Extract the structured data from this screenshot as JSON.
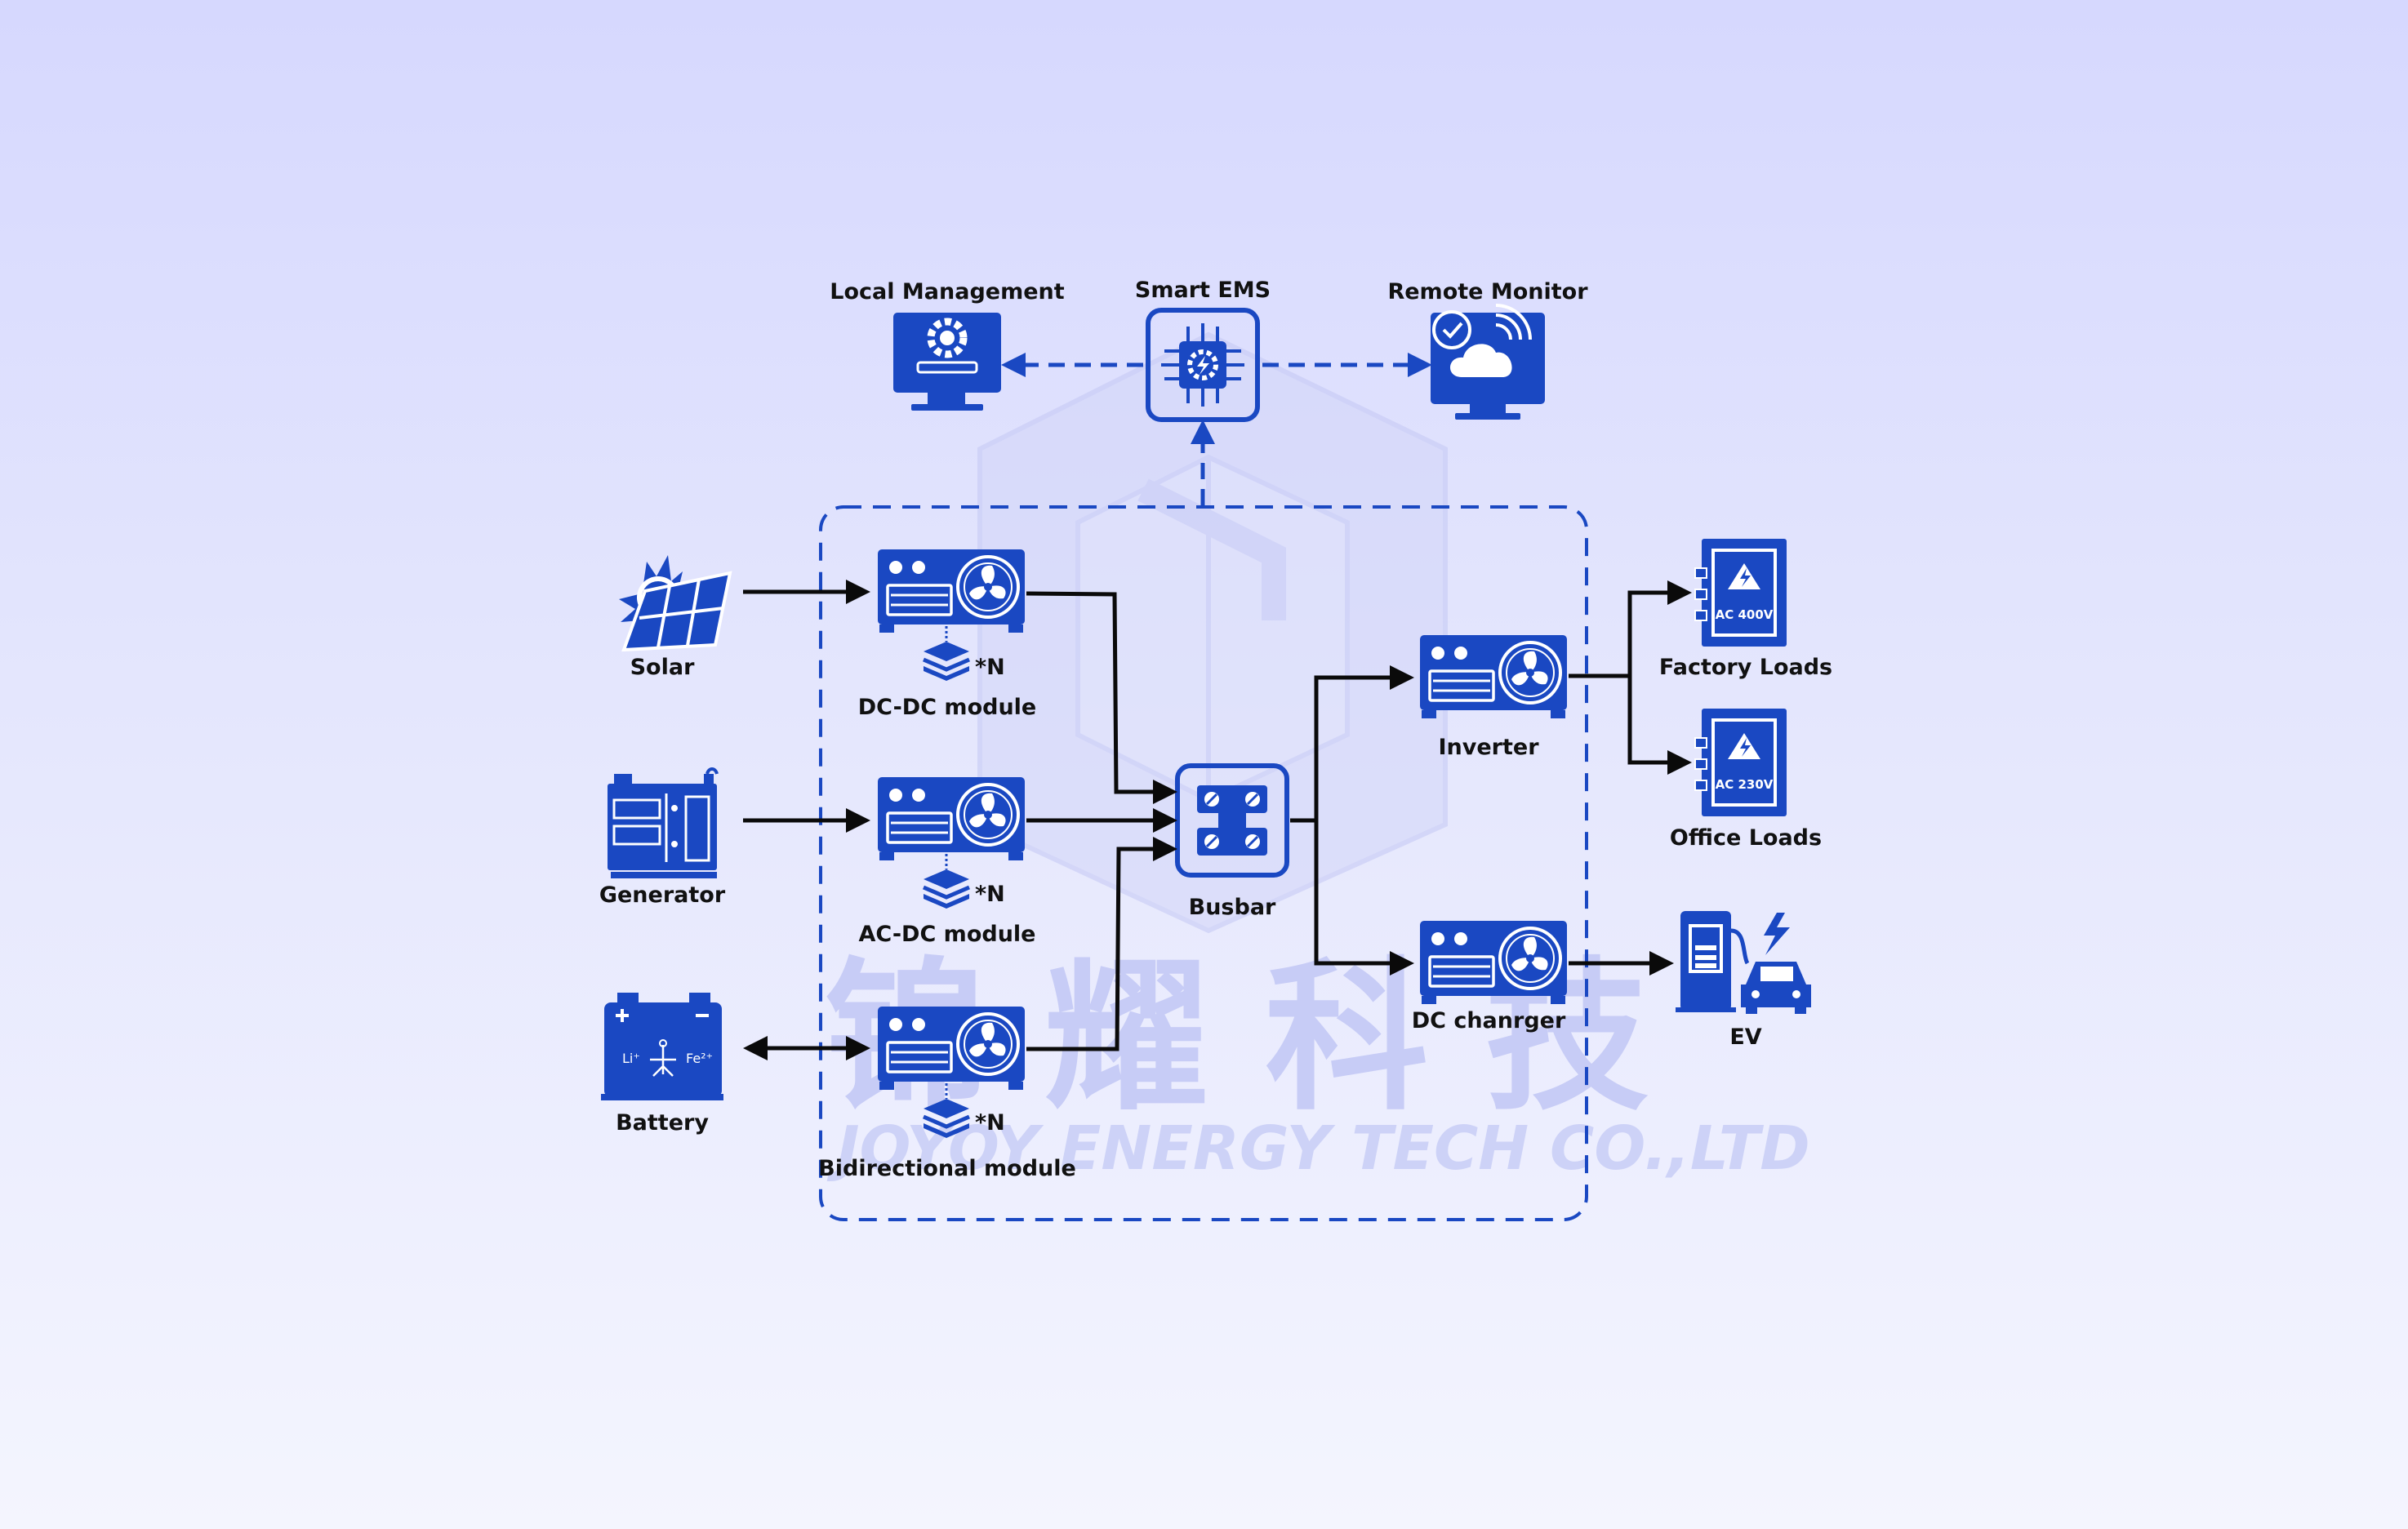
{
  "colors": {
    "accent": "#1a48c2",
    "line": "#0a0a0a",
    "watermark": "#c7ccf6"
  },
  "watermark": {
    "cn": "锦 耀 科 技",
    "en": "JOYOY ENERGY TECH CO.,LTD"
  },
  "control": {
    "local_management": "Local Management",
    "smart_ems": "Smart EMS",
    "remote_monitor": "Remote Monitor"
  },
  "sources": {
    "solar": "Solar",
    "generator": "Generator",
    "battery": "Battery"
  },
  "modules": {
    "dcdc": "DC-DC module",
    "acdc": "AC-DC module",
    "bidirectional": "Bidirectional module",
    "multiplier": "*N"
  },
  "busbar": "Busbar",
  "outputs": {
    "inverter": "Inverter",
    "dc_charger": "DC chanrger"
  },
  "loads": {
    "factory": "Factory Loads",
    "office": "Office Loads",
    "ev": "EV",
    "factory_voltage": "AC 400V",
    "office_voltage": "AC 230V"
  },
  "icons": [
    "solar-panel-icon",
    "generator-icon",
    "battery-icon",
    "power-module-icon",
    "stack-icon",
    "busbar-icon",
    "monitor-gear-icon",
    "chip-icon",
    "cloud-monitor-icon",
    "distribution-panel-icon",
    "ev-charger-icon"
  ]
}
